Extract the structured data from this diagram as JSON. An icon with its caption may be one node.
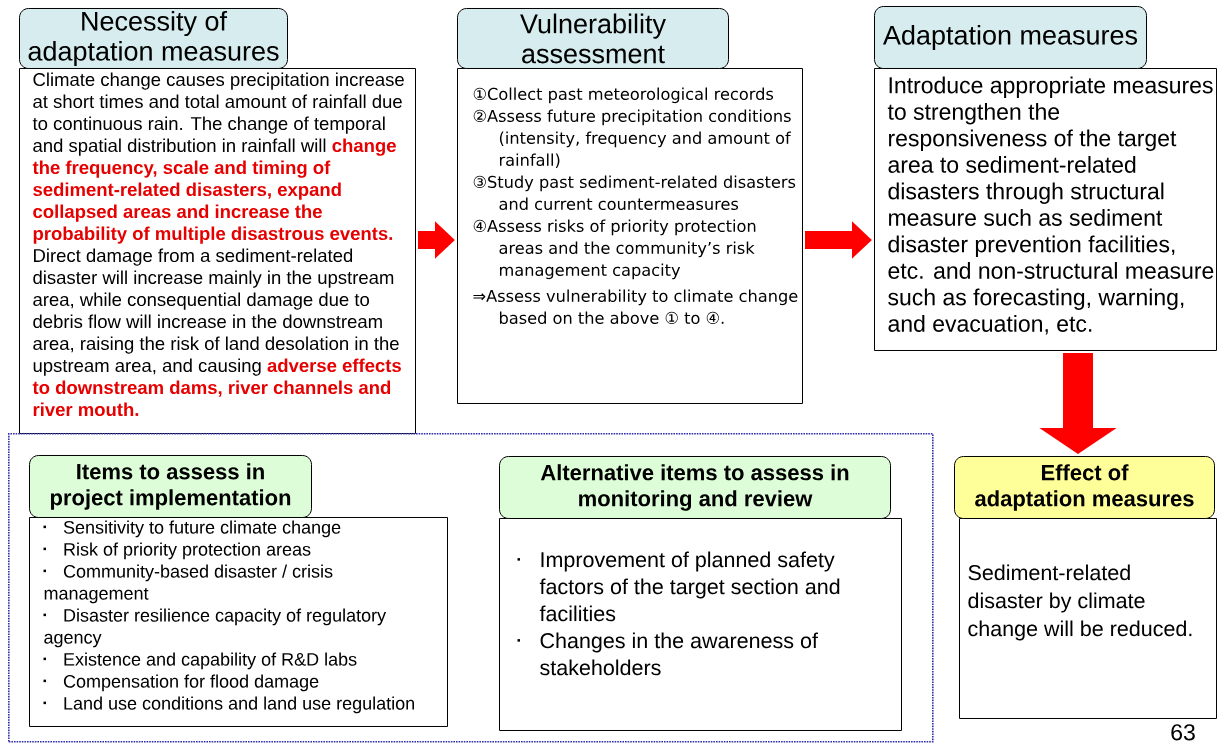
{
  "diagram": {
    "nodes": [
      {
        "text": [
          "Necessity of adaptation measures",
          "Climate change causes precipitation increase at short times and total amount of rainfall due to continuous rain. The change of temporal and spatial distribution in rainfall will **change the frequency, scale and timing of sediment-related disasters, expand collapsed areas and increase the probability of multiple disastrous events.** Direct damage from a sediment-related disaster will increase mainly in the upstream area, while consequential damage due to debris flow will increase in the downstream area, raising the risk of land desolation in the upstream area, and causing **adverse effects to downstream dams, river channels and river mouth.**"
        ]
      },
      {
        "text": [
          "Vulnerability assessment",
          "①Collect past meteorological records",
          "②Assess future precipitation conditions (intensity, frequency and amount of rainfall)",
          "③Study past sediment-related disasters and current countermeasures",
          "④Assess risks of priority protection areas and the community’s risk management capacity",
          "⇒Assess vulnerability to climate change based on the above ① to ④."
        ]
      },
      {
        "text": [
          "Adaptation measures",
          "Introduce appropriate measures to strengthen the responsiveness of the target area to sediment-related disasters through structural measure such as sediment disaster prevention facilities, etc. and non-structural measure such as forecasting, warning, and evacuation, etc."
        ]
      },
      {
        "text": [],
        "shape": "box"
      },
      {
        "text": [
          "Items to assess in project implementation",
          "Sensitivity to future climate change",
          "Risk of priority protection areas",
          "Community-based disaster / crisis management",
          "Disaster resilience capacity of regulatory agency",
          "Existence and capability of R&D labs",
          "Compensation for flood damage",
          "Land use conditions and land use regulation"
        ],
        "in": 3
      },
      {
        "text": [
          "Alternative items to assess in monitoring and review",
          "Improvement of planned safety factors of the target section and facilities",
          "Changes in the awareness of stakeholders"
        ],
        "in": 3
      },
      {
        "text": [
          "Effect of adaptation measures",
          "Sediment-related disaster by climate change will be reduced."
        ]
      }
    ],
    "edges": [
      {
        "from": 0,
        "to": 1,
        "arrow": "to"
      },
      {
        "from": 1,
        "to": 2,
        "arrow": "to"
      },
      {
        "from": 2,
        "to": 6,
        "arrow": "to"
      }
    ],
    "labels": [
      "63"
    ]
  }
}
